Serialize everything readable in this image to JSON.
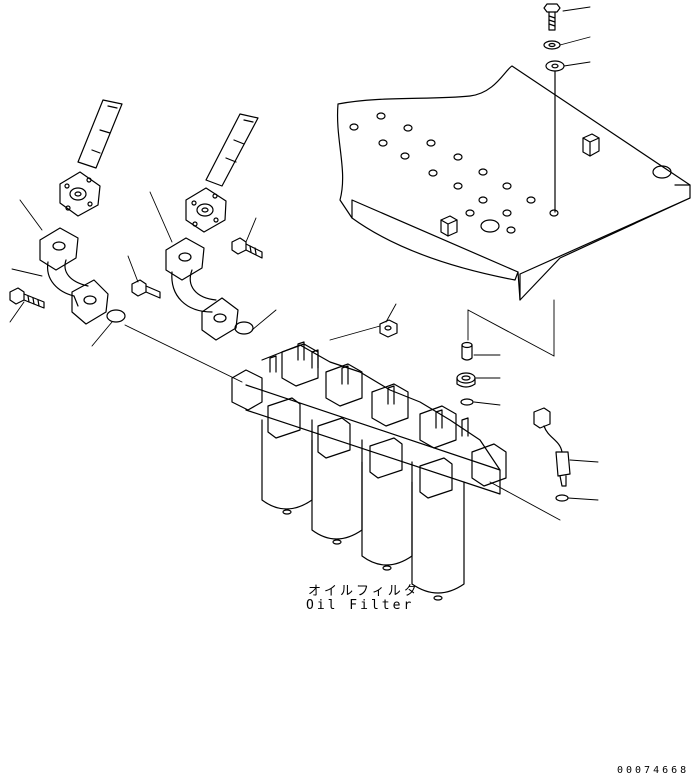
{
  "caption": {
    "jp": "オイルフィルタ",
    "en": "Oil Filter"
  },
  "drawing_number": "00074668",
  "colors": {
    "ink": "#000000",
    "paper": "#ffffff"
  }
}
